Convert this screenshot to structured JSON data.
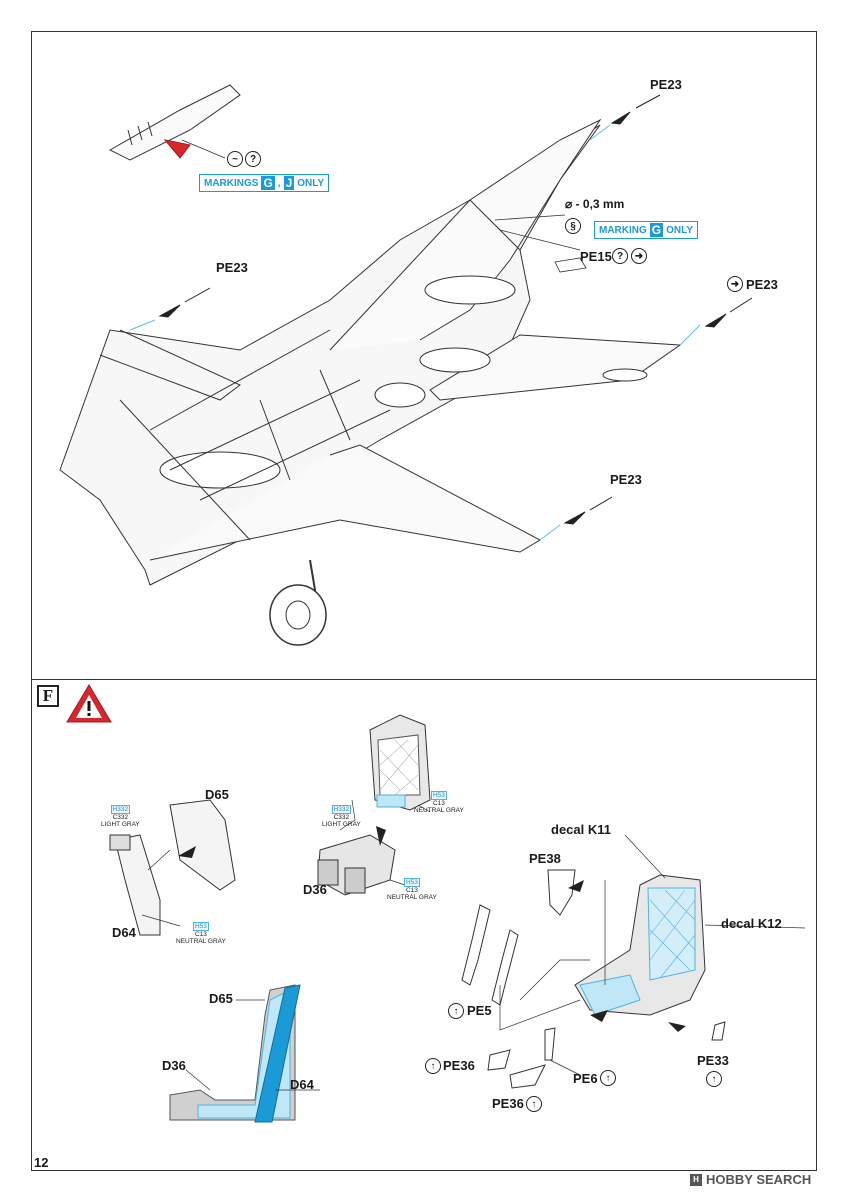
{
  "page_number": "12",
  "section_letter": "F",
  "watermark": "HOBBY SEARCH",
  "badges": {
    "markings_gj": {
      "prefix": "MARKINGS",
      "chip1": "G",
      "sep": ",",
      "chip2": "J",
      "suffix": "ONLY"
    },
    "marking_g": {
      "prefix": "MARKING",
      "chip": "G",
      "suffix": "ONLY"
    }
  },
  "callouts": {
    "pe23_top": "PE23",
    "pe23_left": "PE23",
    "pe23_right": "PE23",
    "pe23_bottom": "PE23",
    "drill": "⌀ - 0,3 mm",
    "pe15": "PE15",
    "d65_a": "D65",
    "d36_a": "D36",
    "d64_a": "D64",
    "decal_k11": "decal K11",
    "decal_k12": "decal K12",
    "pe38": "PE38",
    "pe5": "PE5",
    "pe36_a": "PE36",
    "pe36_b": "PE36",
    "pe6": "PE6",
    "pe33": "PE33",
    "d65_b": "D65",
    "d36_b": "D36",
    "d64_b": "D64"
  },
  "colors": {
    "c1": {
      "h": "H332",
      "c": "C332",
      "name": "LIGHT GRAY"
    },
    "c2": {
      "h": "H53",
      "c": "C13",
      "name": "NEUTRAL GRAY"
    },
    "c3": {
      "h": "H332",
      "c": "C332",
      "name": "LIGHT GRAY"
    },
    "c4": {
      "h": "H53",
      "c": "C13",
      "name": "NEUTRAL GRAY"
    },
    "c5": {
      "h": "H53",
      "c": "C13",
      "name": "NEUTRAL GRAY"
    }
  },
  "accent": "#1a9ad6",
  "warning_color": "#d9262c",
  "icon_names": [
    "bend-icon",
    "question-icon",
    "twist-icon",
    "arrow-icon",
    "warning-icon"
  ]
}
